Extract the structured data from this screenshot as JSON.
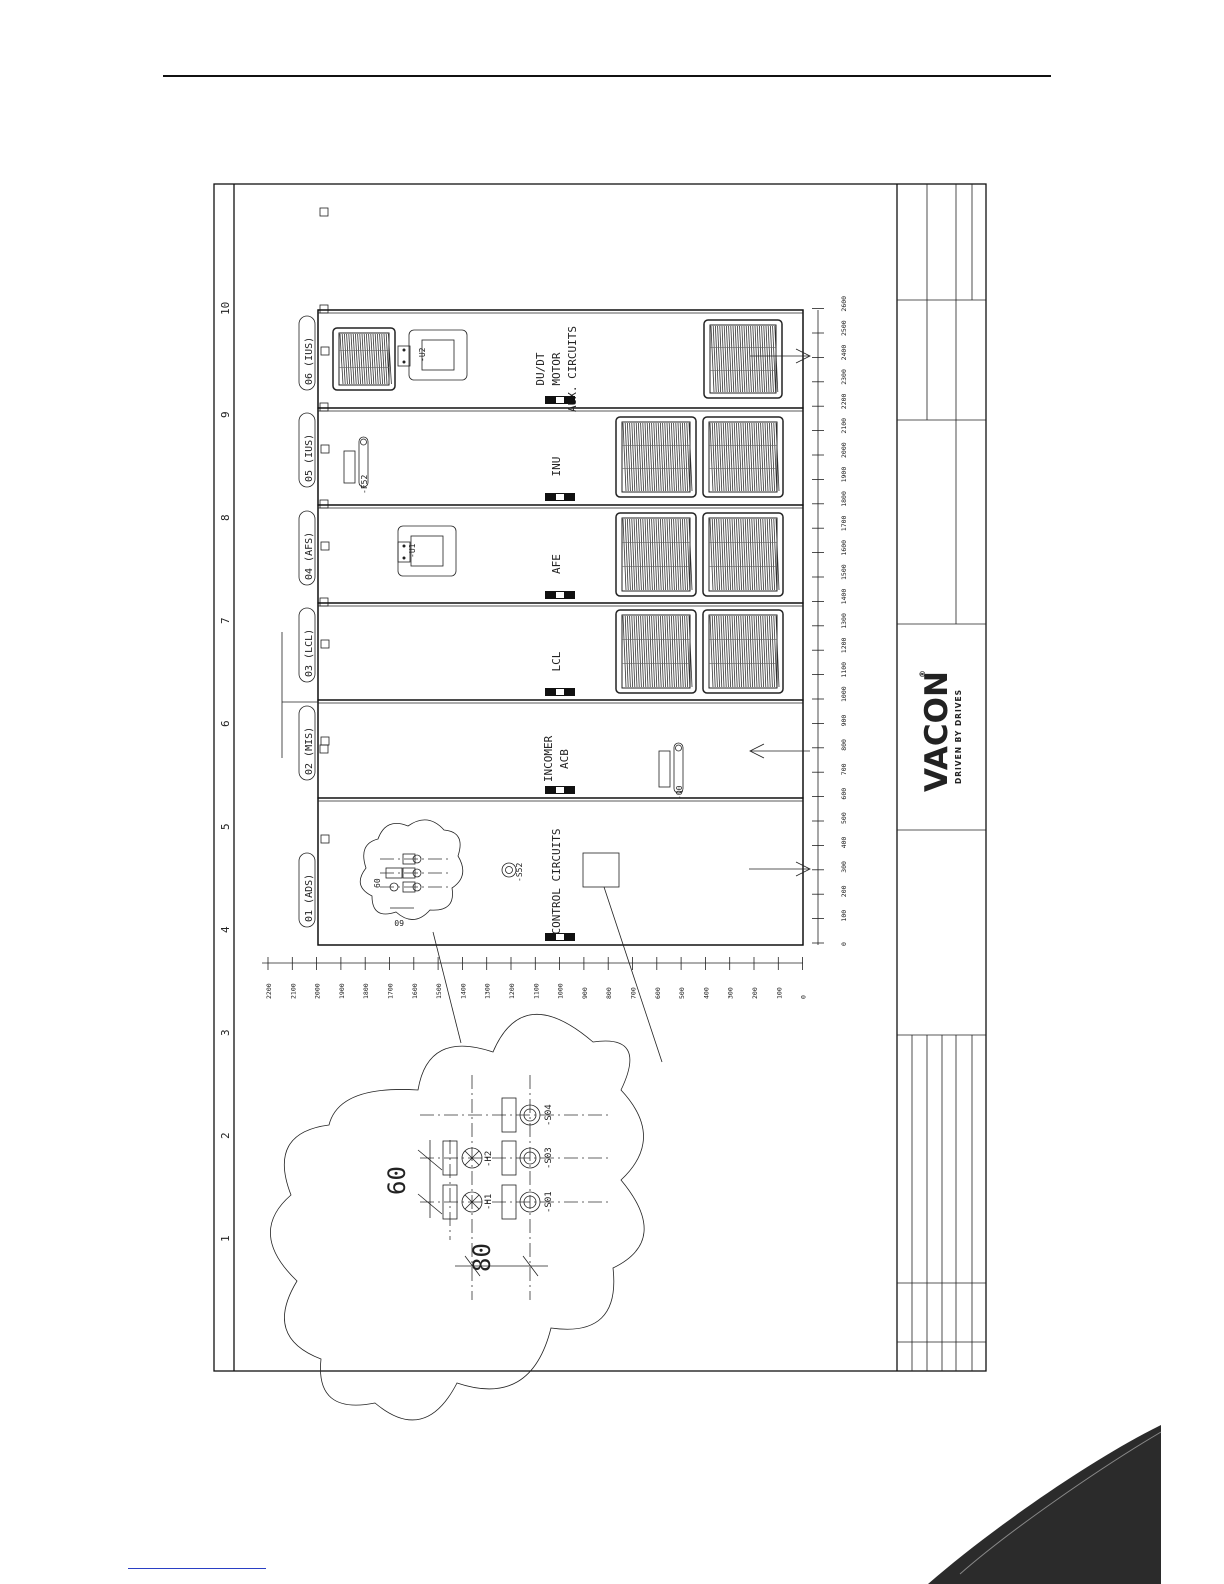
{
  "zones": [
    "1",
    "2",
    "3",
    "4",
    "5",
    "6",
    "7",
    "8",
    "9",
    "10"
  ],
  "cabinets": [
    {
      "id": "01 (ADS)",
      "label": [
        "CONTROL CIRCUITS"
      ]
    },
    {
      "id": "02 (MIS)",
      "label": [
        "INCOMER",
        "ACB"
      ]
    },
    {
      "id": "03 (LCL)",
      "label": [
        "LCL"
      ]
    },
    {
      "id": "04 (AFS)",
      "label": [
        "AFE"
      ]
    },
    {
      "id": "05 (IUS)",
      "label": [
        "INU"
      ]
    },
    {
      "id": "06 (IUS)",
      "label": [
        "DU/DT",
        "MOTOR",
        "AUX. CIRCUITS"
      ]
    }
  ],
  "devices": {
    "control_panel": "-U1",
    "motor_panel": "-U2",
    "inu_switch": "-F52",
    "incomer_switch": "-Q0",
    "emergency_button": "-S52"
  },
  "detail": {
    "lamps": [
      "-H1",
      "-H2"
    ],
    "buttons": [
      "-S01",
      "-S03",
      "-S04"
    ],
    "dim_large": "60",
    "dim_small": "80",
    "small_dim_a": "60",
    "small_dim_b": "60"
  },
  "vertical_scale": [
    "2200",
    "2100",
    "2000",
    "1900",
    "1800",
    "1700",
    "1600",
    "1500",
    "1400",
    "1300",
    "1200",
    "1100",
    "1000",
    "900",
    "800",
    "700",
    "600",
    "500",
    "400",
    "300",
    "200",
    "100",
    "0"
  ],
  "horizontal_scale": [
    "0",
    "100",
    "200",
    "300",
    "400",
    "500",
    "600",
    "700",
    "800",
    "900",
    "1000",
    "1100",
    "1200",
    "1300",
    "1400",
    "1500",
    "1600",
    "1700",
    "1800",
    "1900",
    "2000",
    "2100",
    "2200",
    "2300",
    "2400",
    "2500",
    "2600"
  ],
  "logo": {
    "name": "VACON",
    "tagline": "DRIVEN BY DRIVES",
    "mark": "®"
  },
  "colors": {
    "logo_blue": "#1e5fae",
    "logo_green": "#3b9d4a",
    "corner_swoosh": "#2b2b2b",
    "link": "#2a3fc4"
  }
}
